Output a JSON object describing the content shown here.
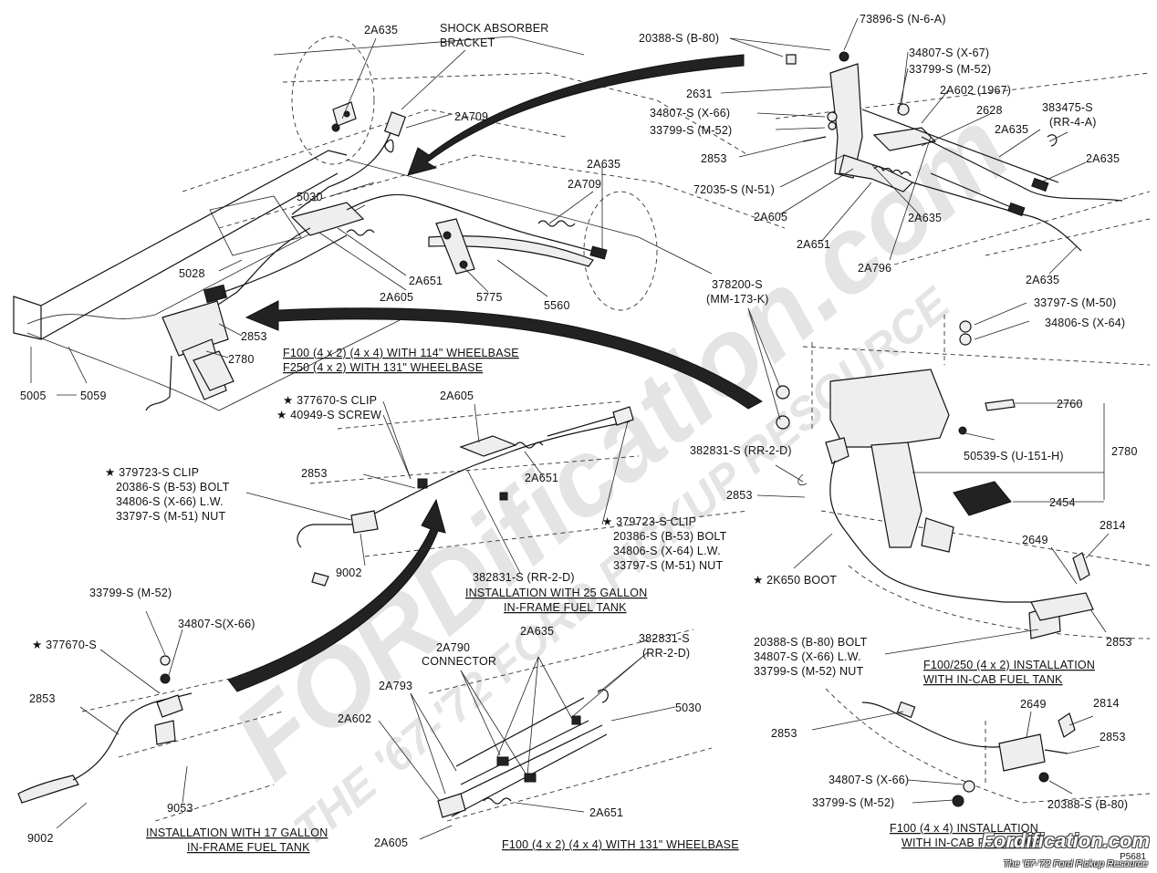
{
  "watermark": {
    "brand": "FORDification.com",
    "tagline": "THE '67-'72 FORD PICKUP RESOURCE"
  },
  "footer": {
    "brand": "Fordification.com",
    "tagline": "The '67-'72 Ford Pickup Resource",
    "plate_id": "P5681"
  },
  "captions": {
    "main_line1": "F100 (4 x 2) (4 x 4) WITH 114\" WHEELBASE",
    "main_line2": "F250 (4 x 2) WITH 131\" WHEELBASE",
    "tank25_line1": "INSTALLATION WITH 25 GALLON",
    "tank25_line2": "IN-FRAME FUEL TANK",
    "tank17_line1": "INSTALLATION WITH 17 GALLON",
    "tank17_line2": "IN-FRAME FUEL TANK",
    "wb131": "F100 (4 x 2) (4 x 4) WITH 131\" WHEELBASE",
    "incab250_line1": "F100/250 (4 x 2) INSTALLATION",
    "incab250_line2": "WITH IN-CAB FUEL TANK",
    "incab4x4_line1": "F100 (4 x 4) INSTALLATION",
    "incab4x4_line2": "WITH IN-CAB FUEL TANK"
  },
  "labels": {
    "shock_line1": "SHOCK ABSORBER",
    "shock_line2": "BRACKET",
    "tl_2a635": "2A635",
    "tl_2a709": "2A709",
    "tl_5030": "5030",
    "tm_2a635": "2A635",
    "tm_2a709": "2A709",
    "ml_5028": "5028",
    "ml_2a651": "2A651",
    "ml_2a605": "2A605",
    "ml_5775": "5775",
    "ml_5560": "5560",
    "ml_2853": "2853",
    "ml_2780": "2780",
    "ml_5005": "5005",
    "ml_5059": "5059",
    "tr_20388": "20388-S (B-80)",
    "tr_73896": "73896-S (N-6-A)",
    "tr_34807_67": "34807-S (X-67)",
    "tr_33799_52": "33799-S (M-52)",
    "tr_2a602": "2A602 (1967)",
    "tr_2631": "2631",
    "tr_34807_66": "34807-S  (X-66)",
    "tr_33799_52b": "33799-S (M-52)",
    "tr_2628": "2628",
    "tr_383475_a": "383475-S",
    "tr_383475_b": "(RR-4-A)",
    "tr_2a635a": "2A635",
    "tr_2853": "2853",
    "tr_2a635b": "2A635",
    "tr_72035": "72035-S (N-51)",
    "tr_2a605": "2A605",
    "tr_2a635c": "2A635",
    "tr_2a651": "2A651",
    "tr_2a796": "2A796",
    "tr_2a635d": "2A635",
    "r_378200_a": "378200-S",
    "r_378200_b": "(MM-173-K)",
    "r_33797_50": "33797-S (M-50)",
    "r_34806_64": "34806-S (X-64)",
    "r_2760": "2760",
    "r_382831": "382831-S (RR-2-D)",
    "r_2780": "2780",
    "r_50539": "50539-S (U-151-H)",
    "r_2853": "2853",
    "r_2454": "2454",
    "r_2k650": "★ 2K650 BOOT",
    "r_2814": "2814",
    "r_2649": "2649",
    "r_2853b": "2853",
    "r_bolt1": "20388-S (B-80) BOLT",
    "r_bolt2": "34807-S (X-66) L.W.",
    "r_bolt3": "33799-S (M-52) NUT",
    "br_2853": "2853",
    "br_2649": "2649",
    "br_2814": "2814",
    "br_2853b": "2853",
    "br_34807": "34807-S  (X-66)",
    "br_33799": "33799-S (M-52)",
    "br_20388": "20388-S (B-80)",
    "c_clip377670": "★ 377670-S CLIP",
    "c_screw40949": "★ 40949-S SCREW",
    "c_2a605": "2A605",
    "c_2853": "2853",
    "c_2a651": "2A651",
    "c_clip379723": "★ 379723-S CLIP",
    "c_bolt20386": "20386-S (B-53) BOLT",
    "c_lw34806": "34806-S (X-66) L.W.",
    "c_nut33797": "33797-S (M-51) NUT",
    "c_9002": "9002",
    "c_382831": "382831-S  (RR-2-D)",
    "c2_clip379723": "★ 379723-S CLIP",
    "c2_bolt20386": "20386-S (B-53) BOLT",
    "c2_lw34806": "34806-S (X-64)  L.W.",
    "c2_nut33797": "33797-S (M-51) NUT",
    "bl_33799": "33799-S (M-52)",
    "bl_34807": "34807-S(X-66)",
    "bl_377670": "★ 377670-S",
    "bl_2853": "2853",
    "bl_9053": "9053",
    "bl_9002": "9002",
    "bm_2a635": "2A635",
    "bm_2a790a": "2A790",
    "bm_2a790b": "CONNECTOR",
    "bm_382831a": "382831-S",
    "bm_382831b": "(RR-2-D)",
    "bm_2a793": "2A793",
    "bm_5030": "5030",
    "bm_2a602": "2A602",
    "bm_2a651": "2A651",
    "bm_2a605": "2A605"
  }
}
